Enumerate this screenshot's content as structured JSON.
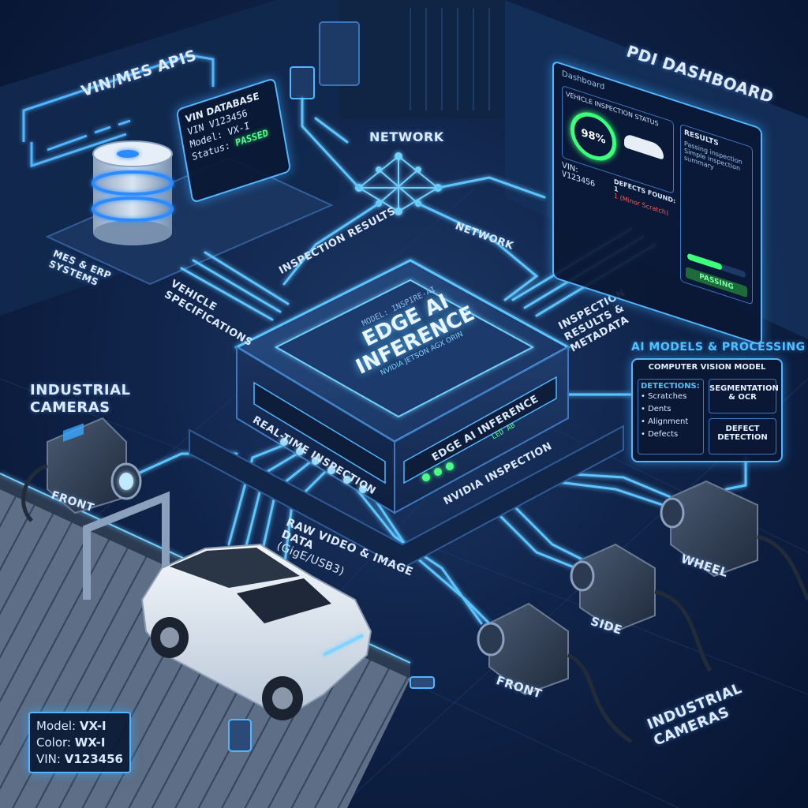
{
  "labels": {
    "vin_mes_apis": "VIN/MES APIs",
    "network_top": "NETWORK",
    "network_right": "NETWORK",
    "pdi_dashboard": "PDI DASHBOARD",
    "mes_erp": "MES & ERP SYSTEMS",
    "vehicle_specs": "VEHICLE SPECIFICATIONS",
    "inspection_results": "INSPECTION RESULTS",
    "inspection_results_metadata": "INSPECTION RESULTS & METADATA",
    "industrial_cameras_left": "INDUSTRIAL CAMERAS",
    "industrial_cameras_right": "INDUSTRIAL CAMERAS",
    "raw_video": "RAW VIDEO & IMAGE DATA",
    "raw_video_sub": "(GigE/USB3)",
    "cam_front_left": "FRONT",
    "cam_front_right": "FRONT",
    "cam_side": "SIDE",
    "cam_wheel": "WHEEL"
  },
  "vin_database": {
    "title": "VIN DATABASE",
    "vin_label": "VIN",
    "vin_value": "V123456",
    "model_label": "Model:",
    "model_value": "VX-I",
    "status_label": "Status:",
    "status_value": "PASSED"
  },
  "dashboard": {
    "header": "Dashboard",
    "inspection_status": "VEHICLE INSPECTION STATUS",
    "score": "98%",
    "vin_label": "VIN:",
    "vin_value": "V123456",
    "defects_label": "DEFECTS FOUND: 1",
    "defect_detail": "1 (Minor Scratch)",
    "results_title": "RESULTS",
    "results_text": "Passing inspection Simple inspection summary",
    "status_badge": "PASSING"
  },
  "edge_box": {
    "model_line": "MODEL: INSPIRE-AI",
    "title_1": "EDGE AI",
    "title_2": "INFERENCE",
    "hardware": "NVIDIA JETSON AGX ORIN",
    "front_label": "REAL-TIME INSPECTION",
    "side_label": "EDGE AI INFERENCE",
    "led_1": "LED",
    "led_2": "AB",
    "bottom_label": "NVIDIA INSPECTION"
  },
  "ai_models": {
    "title": "AI MODELS & PROCESSING",
    "subtitle": "COMPUTER VISION MODEL",
    "detections_title": "DETECTIONS:",
    "detections": [
      "Scratches",
      "Dents",
      "Alignment",
      "Defects"
    ],
    "seg_ocr": "SEGMENTATION & OCR",
    "defect_detection": "DEFECT DETECTION"
  },
  "vehicle_info": {
    "model_label": "Model:",
    "model_value": "VX-I",
    "color_label": "Color:",
    "color_value": "WX-I",
    "vin_label": "VIN:",
    "vin_value": "V123456"
  },
  "colors": {
    "accent": "#4fb6ff",
    "glow": "#7fd3ff",
    "pass_green": "#4cff86",
    "bg_dark": "#071430",
    "panel": "#0a1834"
  }
}
